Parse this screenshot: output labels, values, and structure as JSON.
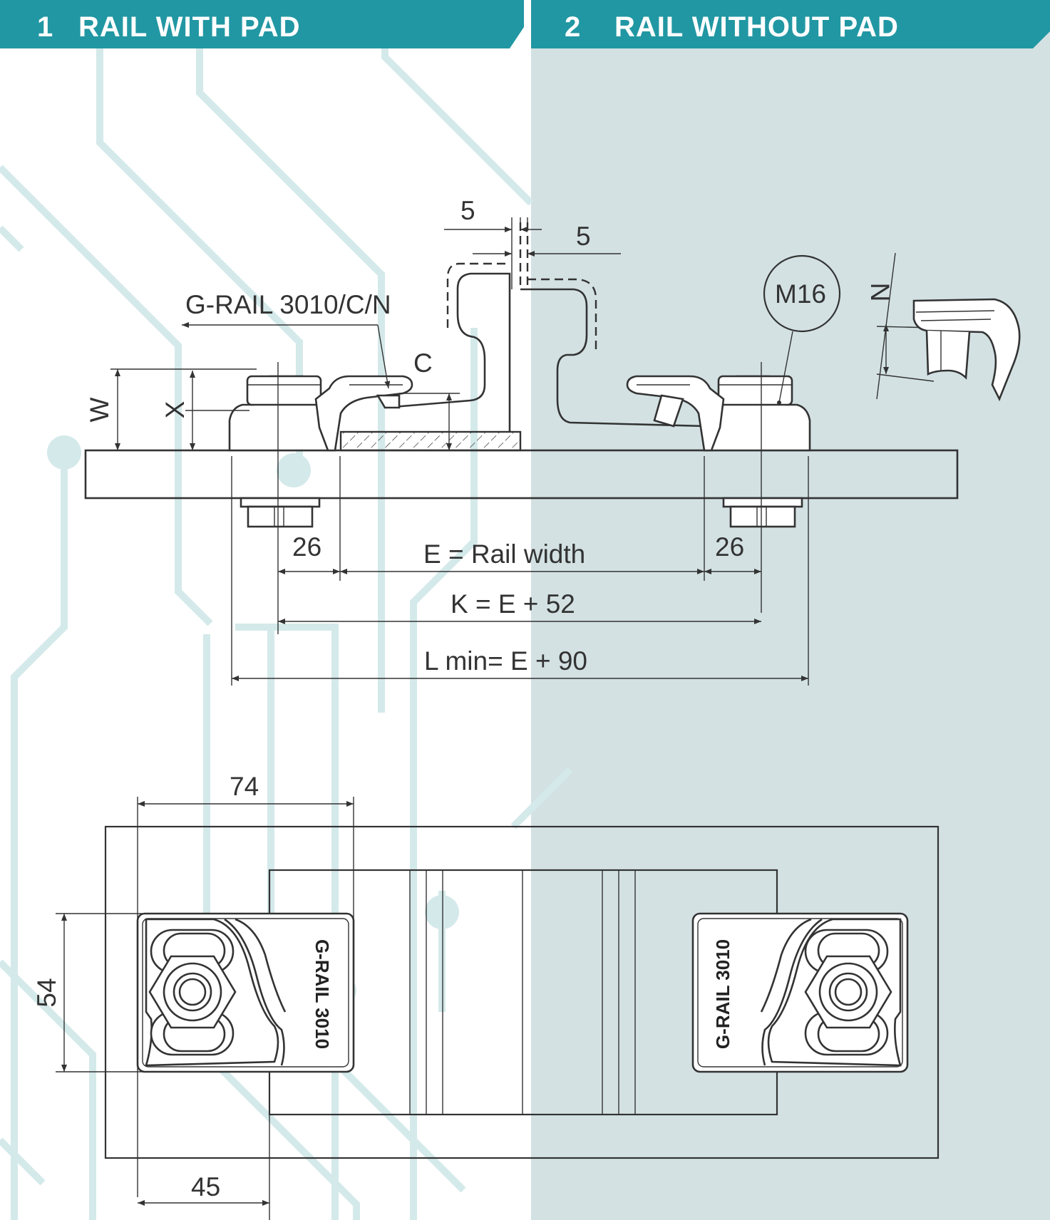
{
  "colors": {
    "header_bg": "#2197a3",
    "right_panel_bg": "#d3e1e3",
    "circuit": "#d4e9ea",
    "line": "#333333"
  },
  "headers": [
    {
      "number": "1",
      "title": "RAIL WITH PAD"
    },
    {
      "number": "2",
      "title": "RAIL WITHOUT PAD"
    }
  ],
  "side_view": {
    "product_label": "G-RAIL 3010/C/N",
    "bolt_label": "M16",
    "labels": {
      "w": "W",
      "x": "X",
      "c": "C",
      "n": "N"
    },
    "gap_top": "5",
    "gap_bottom": "5",
    "dim_left_26": "26",
    "dim_right_26": "26",
    "dim_e": "E = Rail width",
    "dim_k": "K = E + 52",
    "dim_l": "L min= E + 90"
  },
  "top_view": {
    "dim_74": "74",
    "dim_54": "54",
    "dim_45": "45",
    "clip_left_label": "G-RAIL 3010",
    "clip_right_label": "G-RAIL 3010"
  },
  "icons": [
    "arrow-head-icon",
    "hex-nut-icon",
    "clip-icon"
  ]
}
